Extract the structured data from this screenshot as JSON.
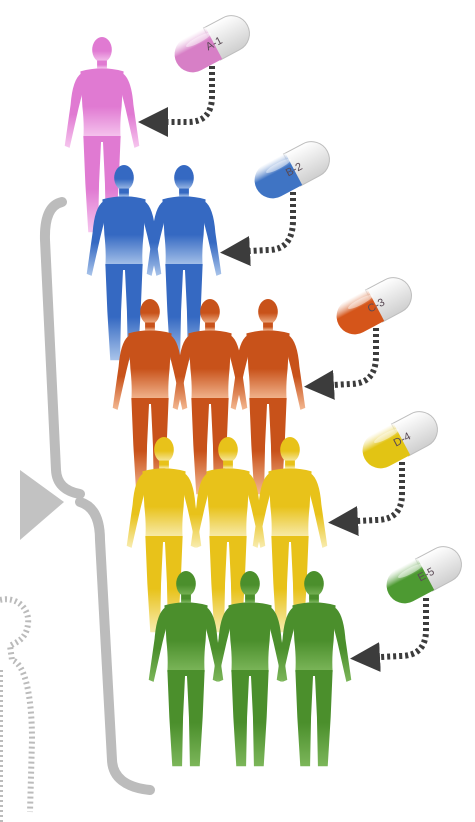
{
  "pills": [
    {
      "label": "A-1",
      "color": "#d77fc6"
    },
    {
      "label": "B-2",
      "color": "#3f74c4"
    },
    {
      "label": "C-3",
      "color": "#d5551a"
    },
    {
      "label": "D-4",
      "color": "#e2c414"
    },
    {
      "label": "E-5",
      "color": "#4d9a32"
    }
  ],
  "groups": [
    {
      "count": 1,
      "color": "#e07ad2",
      "color_light": "#f6c6ee"
    },
    {
      "count": 2,
      "color": "#3569c2",
      "color_light": "#a9c4ea"
    },
    {
      "count": 3,
      "color": "#c8521a",
      "color_light": "#f3b892"
    },
    {
      "count": 3,
      "color": "#e8c21a",
      "color_light": "#f8ecb0"
    },
    {
      "count": 3,
      "color": "#4b8f2c",
      "color_light": "#7cb65a"
    }
  ],
  "bracket_color": "#bcbcbc",
  "arrow_color": "#3c3c3c"
}
